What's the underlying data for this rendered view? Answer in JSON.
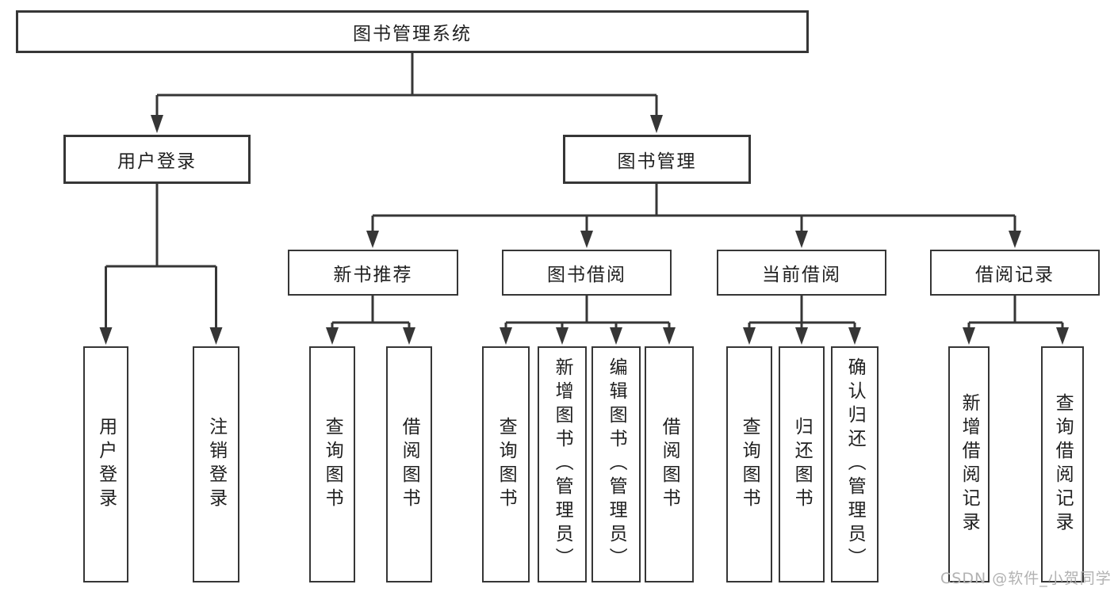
{
  "diagram": {
    "type": "tree",
    "title": "图书管理系统",
    "root": {
      "label": "图书管理系统",
      "children": [
        {
          "label": "用户登录",
          "children": [
            {
              "label": "用户登录"
            },
            {
              "label": "注销登录"
            }
          ]
        },
        {
          "label": "图书管理",
          "children": [
            {
              "label": "新书推荐",
              "children": [
                {
                  "label": "查询图书"
                },
                {
                  "label": "借阅图书"
                }
              ]
            },
            {
              "label": "图书借阅",
              "children": [
                {
                  "label": "查询图书"
                },
                {
                  "label": "新增图书（管理员）"
                },
                {
                  "label": "编辑图书（管理员）"
                },
                {
                  "label": "借阅图书"
                }
              ]
            },
            {
              "label": "当前借阅",
              "children": [
                {
                  "label": "查询图书"
                },
                {
                  "label": "归还图书"
                },
                {
                  "label": "确认归还（管理员）"
                }
              ]
            },
            {
              "label": "借阅记录",
              "children": [
                {
                  "label": "新增借阅记录"
                },
                {
                  "label": "查询借阅记录"
                }
              ]
            }
          ]
        }
      ]
    },
    "colors": {
      "line": "#363636",
      "box_border": "#363636",
      "box_fill": "#ffffff",
      "text": "#202020",
      "watermark_text": "#b2b2b2",
      "background": "#ffffff"
    }
  },
  "watermark": {
    "text": "CSDN @软件_小贺同学"
  }
}
